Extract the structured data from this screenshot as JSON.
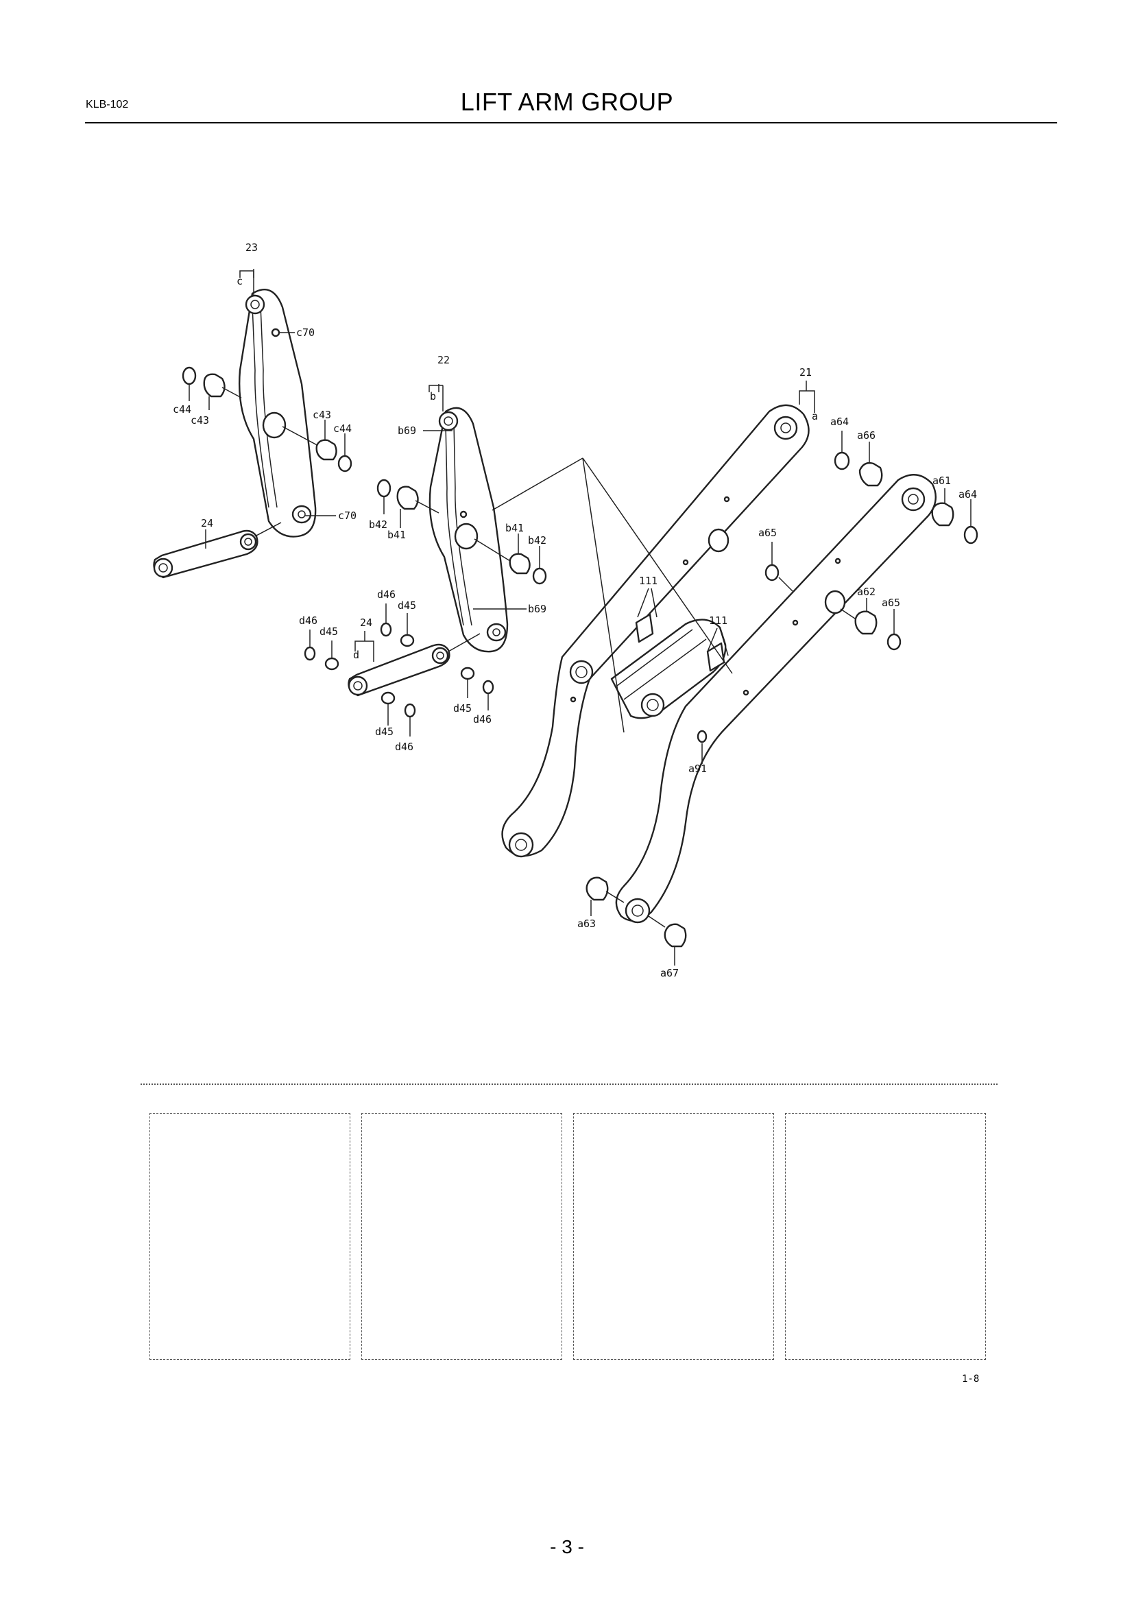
{
  "header": {
    "code": "KLB-102",
    "title": "LIFT ARM GROUP"
  },
  "callouts": {
    "c23": "23",
    "c_ref": "c",
    "c70_top": "c70",
    "c44_left": "c44",
    "c43_left": "c43",
    "c43_right": "c43",
    "c44_right": "c44",
    "c70_bottom": "c70",
    "c24_link": "24",
    "c22": "22",
    "b_ref": "b",
    "b69_top": "b69",
    "b42_left": "b42",
    "b41_left": "b41",
    "b41_right": "b41",
    "b42_right": "b42",
    "b69_bottom": "b69",
    "d46_top": "d46",
    "d45_top": "d45",
    "c24_lower": "24",
    "d_ref": "d",
    "d46_left": "d46",
    "d45_left": "d45",
    "d45_right": "d45",
    "d46_right": "d46",
    "d45_bottom": "d45",
    "d46_bottom": "d46",
    "c21": "21",
    "a_ref": "a",
    "a64_top": "a64",
    "a66": "a66",
    "a61": "a61",
    "a64_right": "a64",
    "a65_top": "a65",
    "a62": "a62",
    "a65_right": "a65",
    "c111_left": "111",
    "c111_right": "111",
    "a91": "a91",
    "a63": "a63",
    "a67": "a67"
  },
  "detail_boxes": [
    "",
    "",
    "",
    ""
  ],
  "figure_ref": "1-8",
  "page_number": "- 3 -"
}
